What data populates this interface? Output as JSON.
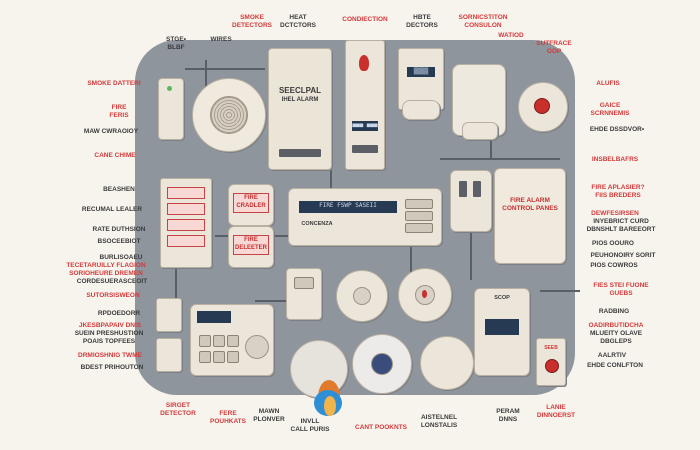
{
  "labels": {
    "smoke_detectors": "SMOKE\nDETECTORS",
    "heat_detectors": "HEAT\nDCTCTORS",
    "condiection": "CONDIECTION",
    "hbte_detectors": "HBTE\nDECTORS",
    "sornicstiton": "SORNICSTITON\nCONSULON",
    "watiod": "WATIOD",
    "stge_blbf": "STGE•\nBLBF",
    "wires": "WIRES",
    "sutfrace_oop": "SUTFRACE\nOOP",
    "smoke_datteri": "SMOKE DATTERI",
    "alufis": "ALUFIS",
    "fire_feris": "FIRE\nFERIS",
    "gaice_scrnnemis": "GAICE\nSCRNNEMIS",
    "maw_cwraoioy": "MAW CWRAOIOY",
    "ehde_dssdvor": "EHDE DSSDVOR•",
    "cane_chime": "CANE CHIME",
    "insbelbafrs": "INSBELBAFRS",
    "beashen": "BEASHEN",
    "fire_aplasier": "FIRE APLASIER?\nFIIS BREDERS",
    "recumal_lealer": "RECUMAL LEALER",
    "dewfesirsen": "DEWFESIRSEN",
    "rate_duthsion": "RATE DUTHSION",
    "inyebrict_curo": "INYEBRICT CURD\nDBNSHLT BAREEORT",
    "bsoceebiot": "BSOCEEBIOT",
    "pios_oouro": "PIOS OOURO",
    "burlisoaeu": "BURLISOAEU",
    "peuhonoiry_sorit": "PEUHONOIRY SORIT",
    "tecetaruilly": "TECETARUILLY FLAGION\nSORIOHEURE DREMEN",
    "coroesuerasceoit": "CORDESUERASCEOIT",
    "pios_cowros": "PIOS COWROS",
    "sutorsisweon": "SUTORSISWEON",
    "fies_steifuone": "FIES STEI FUONE\nGUEBS",
    "rpdoedorr": "RPDOEDORR",
    "radbing": "RADBING",
    "jkesbpapaiv_dnis": "JKESBPAPAIV DNIS",
    "suein_preshustion": "SUEIN PRESHUSTION\nPOAIS TOPFEES",
    "oadirbutidcha": "OADIRBUTIDCHA",
    "mlueity_olave": "MLUEITY OLAVE\nDBGLEPS",
    "drmioshnig_twme": "DRMIOSHNIG TWME",
    "aalrtiv": "AALRTIV",
    "bdest_prihouton": "BDEST PRIHOUTON",
    "ehde_conlfton": "EHDE CONLFTON",
    "sirget_detector": "SIRGET\nDETECTOR",
    "fere_pouhkats": "FERE\nPOUHKATS",
    "mawn_plonver": "MAWN\nPLONVER",
    "invll_call": "INVLL\nCALL PURIS",
    "cant_pooknts": "CANT POOKNTS",
    "aistelnel": "AISTELNEL\nLONSTALIS",
    "peram_dnns": "PERAM\nDNNS",
    "lanie_dinnoerst": "LANIE\nDINNOERST"
  },
  "devices": {
    "heat_panel_title": "SEECLPAL",
    "heat_panel_sub": "IHEL ALARM",
    "main_panel_display": "FIRE  FSWP  SASEII",
    "main_panel_tag": "CONCENZA",
    "fire_tag_1": "FIRE\nCRADLER",
    "fire_tag_2": "FIRE\nDELEETER",
    "fire_alarm_panel": "FIRE ALARM\nCONTROL PANES",
    "detector_screen": "■■■ ■■■",
    "small_screen": "▒▒▒▒",
    "soop": "SCOP",
    "pull_station_sign": "SEEB"
  },
  "colors": {
    "accent_red": "#d23a3a",
    "panel_grey": "#8e959d",
    "device_cream": "#ece6da",
    "screen_blue": "#263a53"
  }
}
